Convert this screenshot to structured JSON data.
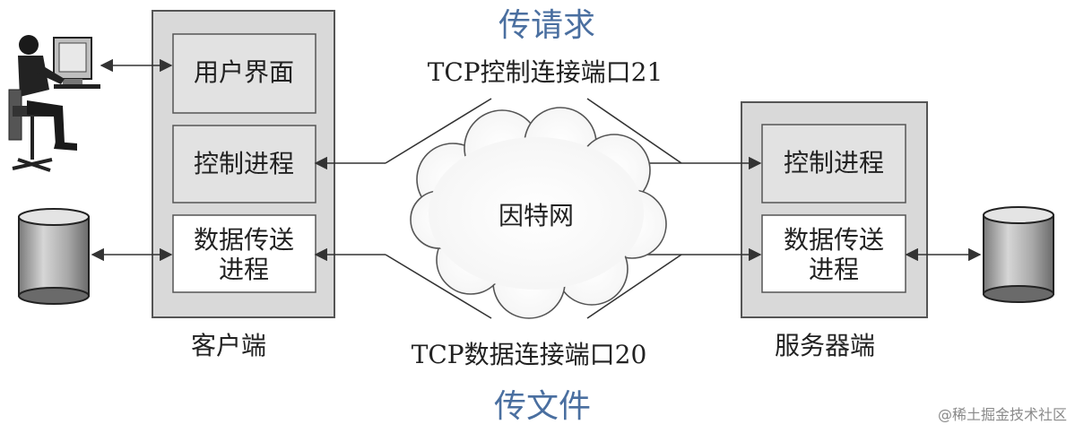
{
  "labels": {
    "top_request": "传请求",
    "bottom_file": "传文件",
    "tcp_control": "TCP控制连接端口21",
    "tcp_data": "TCP数据连接端口20",
    "internet": "因特网",
    "client_name": "客户端",
    "server_name": "服务器端"
  },
  "client": {
    "ui": "用户界面",
    "control": "控制进程",
    "data_line1": "数据传送",
    "data_line2": "进程"
  },
  "server": {
    "control": "控制进程",
    "data_line1": "数据传送",
    "data_line2": "进程"
  },
  "watermark": "@稀土掘金技术社区",
  "colors": {
    "panel": "#d9d9d9",
    "inner_box": "#e2e2e2",
    "data_box": "#ffffff",
    "stroke": "#555555",
    "accent_blue": "#4a6fa0"
  }
}
